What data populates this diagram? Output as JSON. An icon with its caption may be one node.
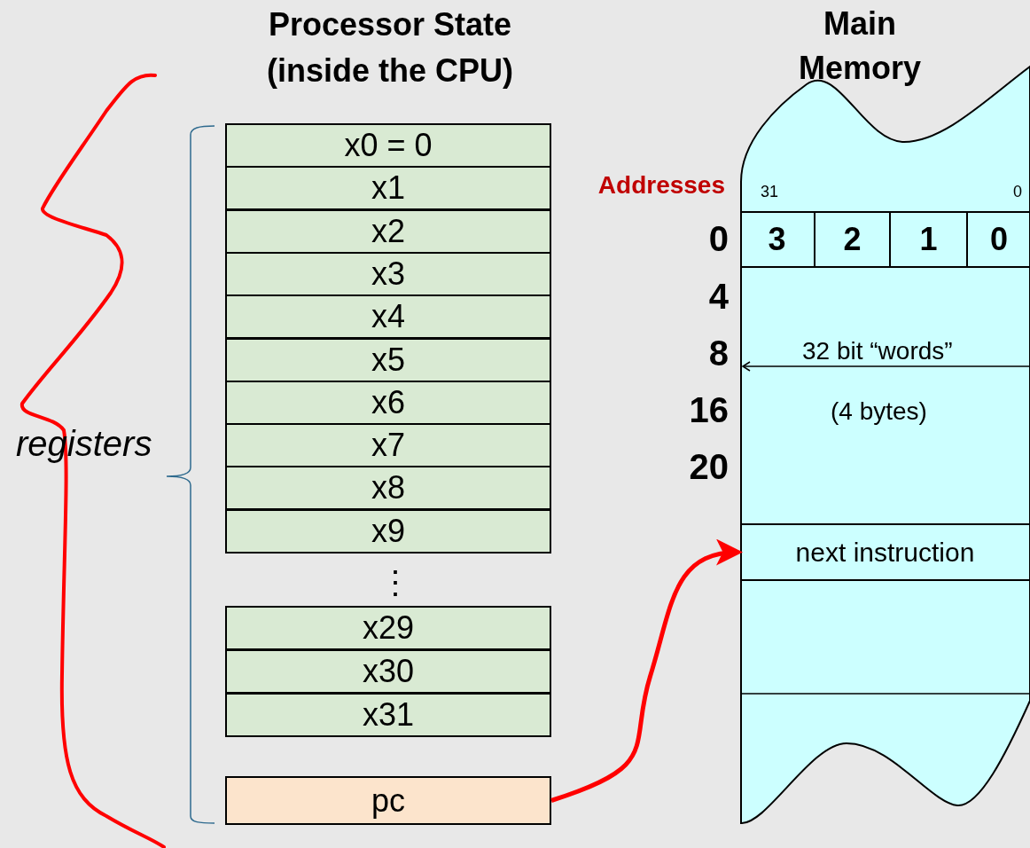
{
  "diagram": {
    "nodes": [
      {
        "text": [
          "x0 = 0"
        ]
      },
      {
        "text": [
          "x1"
        ]
      },
      {
        "text": [
          "x2"
        ]
      },
      {
        "text": [
          "x3"
        ]
      },
      {
        "text": [
          "x4"
        ]
      },
      {
        "text": [
          "x5"
        ]
      },
      {
        "text": [
          "x6"
        ]
      },
      {
        "text": [
          "x7"
        ]
      },
      {
        "text": [
          "x8"
        ]
      },
      {
        "text": [
          "x9"
        ]
      },
      {
        "text": [
          "x29"
        ]
      },
      {
        "text": [
          "x30"
        ]
      },
      {
        "text": [
          "x31"
        ]
      },
      {
        "text": [
          "pc"
        ]
      },
      {
        "text": [
          "Main Memory"
        ]
      },
      {
        "text": [
          "3"
        ],
        "in": 14
      },
      {
        "text": [
          "2"
        ],
        "in": 14
      },
      {
        "text": [
          "1"
        ],
        "in": 14
      },
      {
        "text": [
          "0"
        ],
        "in": 14
      },
      {
        "text": [
          "next instruction"
        ],
        "in": 14
      }
    ],
    "edges": [
      {
        "from": 13,
        "to": 19,
        "arrow": "to",
        "color": "#ff0000"
      }
    ],
    "labels": [
      "Processor State (inside the CPU)",
      "registers",
      "⋮",
      "Addresses",
      "31",
      "0",
      "0",
      "4",
      "8",
      "16",
      "20",
      "32 bit “words”",
      "(4 bytes)"
    ]
  }
}
